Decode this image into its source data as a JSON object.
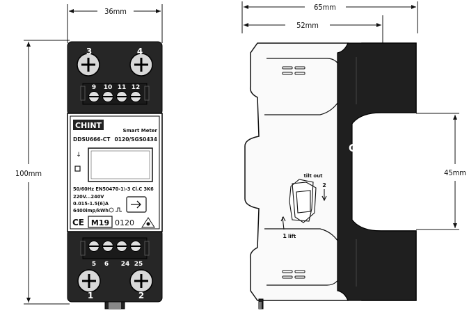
{
  "front_view": {
    "width_dim": "36mm",
    "height_dim": "100mm",
    "top_screw_labels": [
      "3",
      "4"
    ],
    "bottom_screw_labels": [
      "1",
      "2"
    ],
    "top_terminal_labels": [
      "9",
      "10",
      "11",
      "12"
    ],
    "bottom_terminal_labels": [
      "5",
      "6",
      "24",
      "25"
    ],
    "brand": "CHINT",
    "product_type": "Smart Meter",
    "model": "DDSU666-CT",
    "code": "0120/SGS0434",
    "spec_line_1": "50/60Hz EN50470-1\\-3 Cl.C 3K6",
    "spec_line_2": "220V...240V",
    "spec_line_3": "0.015-1.5(6)A",
    "spec_line_4": "6400imp/kWh",
    "ce_mark": "CE",
    "m_mark": "M19",
    "m_code": "0120"
  },
  "side_view": {
    "overall_width_dim": "65mm",
    "body_width_dim": "52mm",
    "rail_height_dim": "45mm",
    "brand": "CHINT",
    "tilt_out_label": "tilt out",
    "lift_label": "lift",
    "step_1": "1",
    "step_2": "2"
  }
}
